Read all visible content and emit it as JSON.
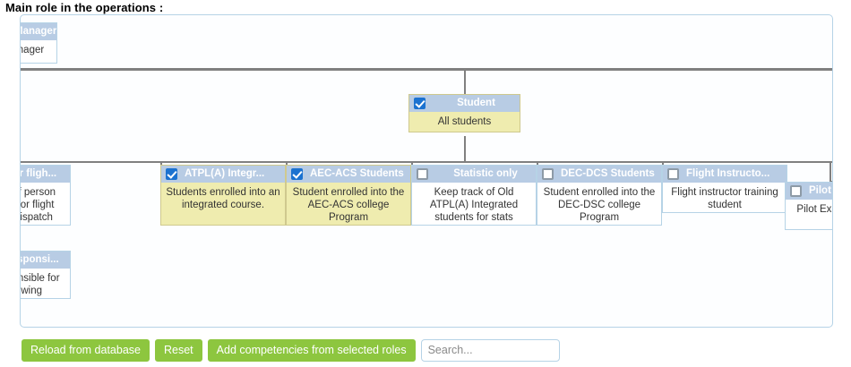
{
  "page": {
    "title": "Main role in the operations :"
  },
  "tree": {
    "root_band_nodes": [
      {
        "id": "manager",
        "title": "Manager",
        "title_clipped": "anager",
        "body": "Manager",
        "body_clipped": "ager",
        "checked": false,
        "checkbox_state": "unchecked"
      }
    ],
    "student": {
      "id": "student",
      "title": "Student",
      "body": "All students",
      "checked": true,
      "checkbox_state": "checked",
      "expander": "+"
    },
    "children": [
      {
        "id": "supervisor-flight",
        "title": "Supervisor fligh...",
        "title_clipped": "] Supervisor fligh...",
        "body": "Supervisor of person responsible for flight Following, Dispatch",
        "body_clipped": "upervisor of person sponsible for flight ollowing, Dispatch",
        "checked": false,
        "checkbox_state": "unchecked"
      },
      {
        "id": "atpl-a-integrated",
        "title": "ATPL(A) Integr...",
        "body": "Students enrolled into an integrated course.",
        "checked": true,
        "checkbox_state": "checked"
      },
      {
        "id": "aec-acs-students",
        "title": "AEC-ACS Students",
        "body": "Student enrolled into the AEC-ACS college Program",
        "checked": true,
        "checkbox_state": "checked"
      },
      {
        "id": "statistic-only",
        "title": "Statistic only",
        "body": "Keep track of Old ATPL(A) Integrated students for stats",
        "checked": false,
        "checkbox_state": "unchecked"
      },
      {
        "id": "dec-dcs-students",
        "title": "DEC-DCS Students",
        "body": "Student enrolled into the DEC-DSC college Program",
        "checked": false,
        "checkbox_state": "unchecked"
      },
      {
        "id": "flight-instructor",
        "title": "Flight Instructo...",
        "body": "Flight instructor training student",
        "checked": false,
        "checkbox_state": "unchecked"
      },
      {
        "id": "pilot-examiner",
        "title": "Pilot Exam...",
        "title_clipped": "Pilot Exam",
        "body": "Pilot Examiner Engine Private",
        "body_clipped": "Pilot Examine Engine Priva",
        "checked": false,
        "checkbox_state": "unchecked"
      }
    ],
    "second_row": [
      {
        "id": "person-responsible",
        "title": "Person responsi...",
        "title_clipped": "] Person responsi...",
        "body": "Person responsible for flight Following",
        "body_clipped": "erson responsible for flight Following",
        "checked": false,
        "checkbox_state": "unchecked"
      }
    ]
  },
  "toolbar": {
    "reload_label": "Reload from database",
    "reset_label": "Reset",
    "add_competencies_label": "Add competencies from selected roles",
    "search_value": "",
    "search_placeholder": "Search..."
  },
  "colors": {
    "node_header": "#b8cce4",
    "node_body_checked": "#efecaf",
    "node_body_unchecked": "#ffffff",
    "checkbox_checked": "#1b72d0",
    "button_green": "#8dc63f",
    "connector_gray": "#808080",
    "container_border": "#b6d3e6"
  }
}
